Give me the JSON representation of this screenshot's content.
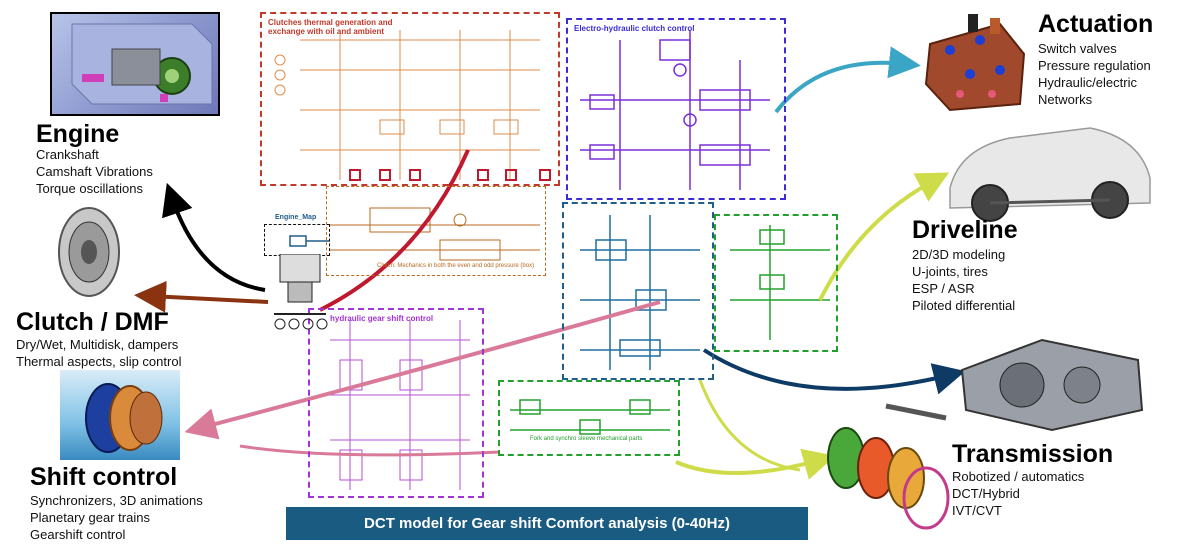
{
  "categories": {
    "engine": {
      "title": "Engine",
      "items": [
        "Crankshaft",
        "Camshaft Vibrations",
        "Torque oscillations"
      ]
    },
    "clutch": {
      "title": "Clutch / DMF",
      "items": [
        "Dry/Wet, Multidisk, dampers",
        "Thermal aspects, slip control"
      ]
    },
    "shift": {
      "title": "Shift control",
      "items": [
        "Synchronizers, 3D animations",
        "Planetary gear trains",
        "Gearshift control"
      ]
    },
    "actuation": {
      "title": "Actuation",
      "items": [
        "Switch valves",
        "Pressure regulation",
        "Hydraulic/electric",
        "Networks"
      ]
    },
    "driveline": {
      "title": "Driveline",
      "items": [
        "2D/3D modeling",
        "U-joints, tires",
        "ESP / ASR",
        "Piloted differential"
      ]
    },
    "transmission": {
      "title": "Transmission",
      "items": [
        "Robotized / automatics",
        "DCT/Hybrid",
        "IVT/CVT"
      ]
    }
  },
  "caption": "DCT model for Gear shift Comfort analysis (0-40Hz)",
  "model_blocks": {
    "thermal": "Clutches thermal generation and exchange with oil and ambient",
    "electro_hydraulic": "Electro-hydraulic clutch control",
    "engine_map": "Engine_Map",
    "clutch_mechanics": "Clutch: Mechanics in both the even and odd pressure (box)",
    "hydraulic_gear_shift": "hydraulic gear shift control",
    "fork_synchro": "Fork and synchro sleeve mechanical parts"
  },
  "arrow_colors": {
    "engine": "#000000",
    "clutch": "#8a3310",
    "shift": "#d97a99",
    "actuation": "#3aa5c4",
    "driveline": "#cfdc4a",
    "transmission": "#0e3a66",
    "thermal": "#c0182e"
  }
}
